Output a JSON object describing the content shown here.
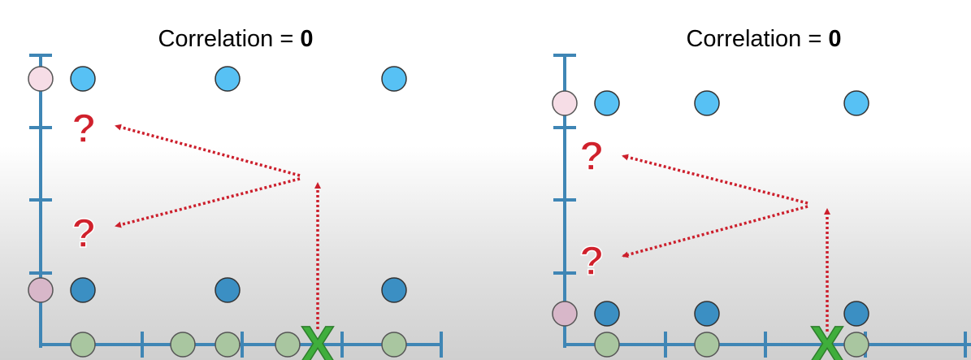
{
  "colors": {
    "axis": "#3f86b5",
    "point_top": "#57c1f4",
    "point_bottom": "#3b8fc3",
    "point_x": "#a9c6a0",
    "point_y_top": "#f6dde6",
    "point_y_bottom": "#d8b7c9",
    "arrow": "#cc1f2c",
    "question": "#d0212c",
    "x_marker": "#3fae3c"
  },
  "icons": {
    "question": "question-mark-icon",
    "cross": "x-marker-icon",
    "arrow": "dotted-arrow-icon"
  },
  "panels": [
    {
      "title_text": "Correlation = ",
      "title_value": "0",
      "question_labels": [
        "?",
        "?"
      ],
      "cross_label": "X"
    },
    {
      "title_text": "Correlation = ",
      "title_value": "0",
      "question_labels": [
        "?",
        "?"
      ],
      "cross_label": "X"
    }
  ]
}
